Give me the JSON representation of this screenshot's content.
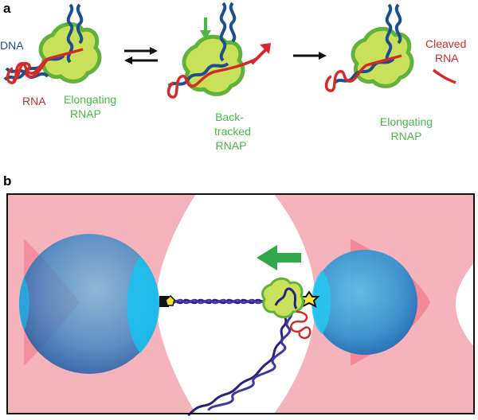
{
  "panel_a": {
    "label": "a",
    "dna_label": "DNA",
    "rna_label": "RNA",
    "elongating_label_1": [
      "Elongating",
      "RNAP"
    ],
    "backtracked_label": [
      "Back-",
      "tracked",
      "RNAP"
    ],
    "elongating_label_2": [
      "Elongating",
      "RNAP"
    ],
    "cleaved_label": [
      "Cleaved",
      "RNA"
    ]
  },
  "panel_b": {
    "label": "b"
  },
  "colors": {
    "dna": "#1f4e8c",
    "dna_dark": "#26237a",
    "rna": "#d32c26",
    "rnap_fill": "#c8e05a",
    "rnap_edge": "#5fb23a",
    "label_green": "#4bb748",
    "trap_pink": "#f08a94",
    "bead_blue": "#2aa6d8",
    "arrow_green": "#2fa84a",
    "arrow_red": "#d9262c"
  }
}
